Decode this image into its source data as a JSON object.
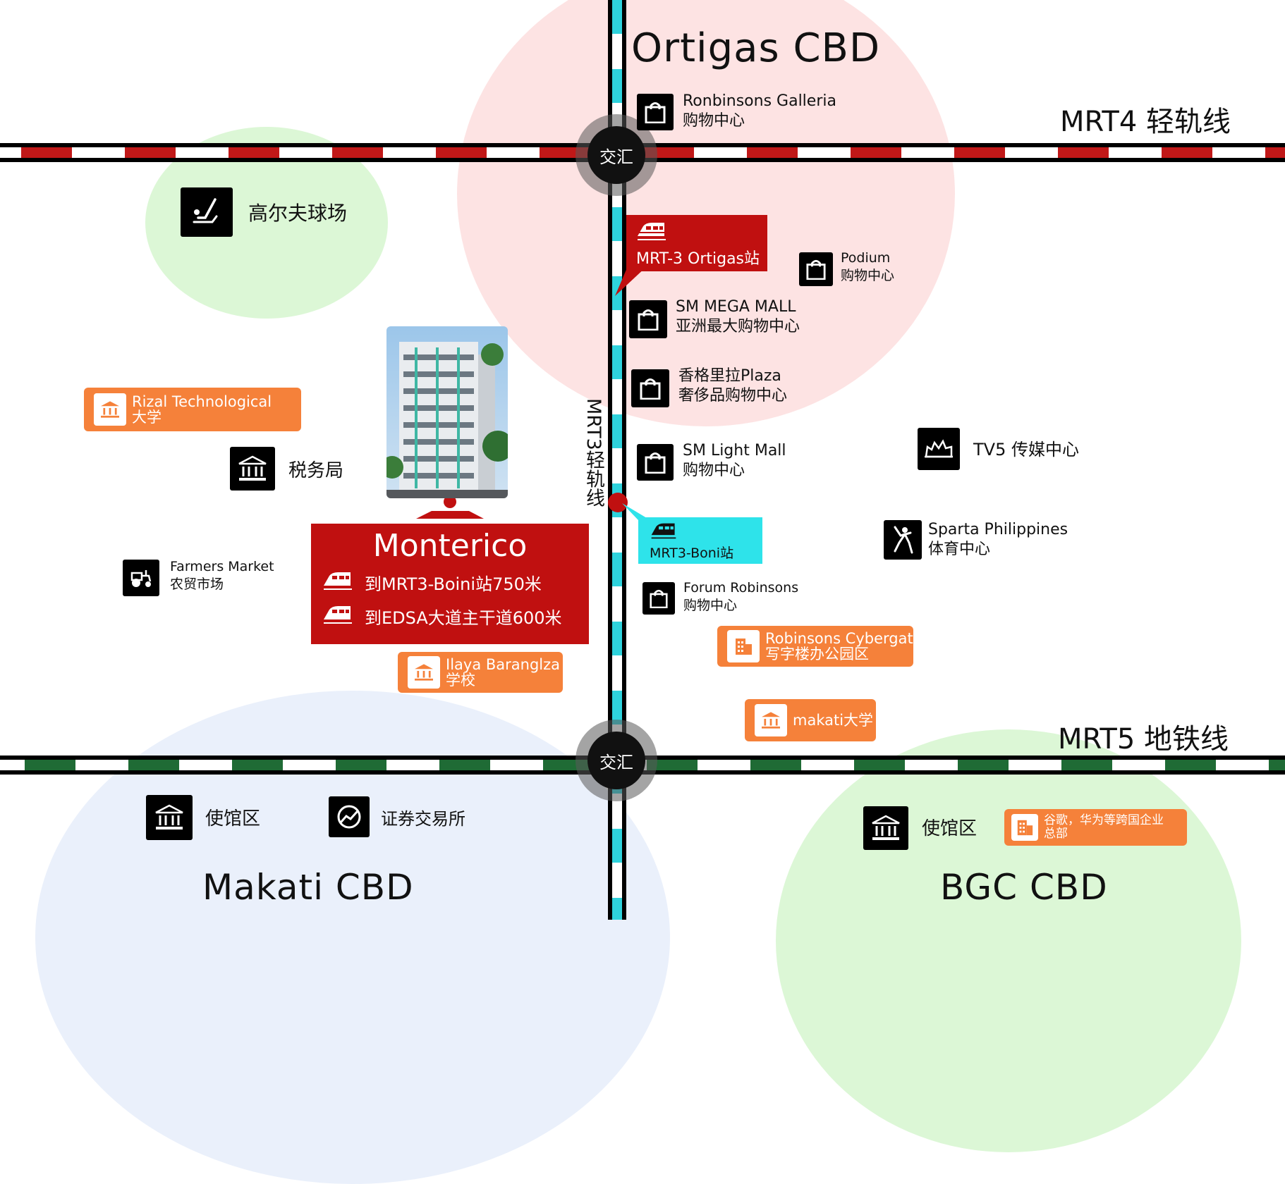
{
  "zones": {
    "ortigas": "Ortigas CBD",
    "makati": "Makati CBD",
    "bgc": "BGC CBD"
  },
  "lines": {
    "mrt4": "MRT4 轻轨线",
    "mrt5": "MRT5 地铁线",
    "mrt3": "MRT3轻轨线"
  },
  "junction_label": "交汇",
  "stations": {
    "ortigas": "MRT-3 Ortigas站",
    "boni": "MRT3-Boni站"
  },
  "project": {
    "name": "Monterico",
    "line1": "到MRT3-Boini站750米",
    "line2": "到EDSA大道主干道600米"
  },
  "pois": {
    "robinsons_galleria": {
      "name": "Ronbinsons Galleria",
      "type": "购物中心"
    },
    "podium": {
      "name": "Podium",
      "type": "购物中心"
    },
    "sm_mega_mall": {
      "name": "SM MEGA MALL",
      "type": "亚洲最大购物中心"
    },
    "shangri_la": {
      "name": "香格里拉Plaza",
      "type": "奢侈品购物中心"
    },
    "sm_light_mall": {
      "name": "SM Light Mall",
      "type": "购物中心"
    },
    "tv5": {
      "name": "TV5 传媒中心"
    },
    "sparta": {
      "name": "Sparta Philippines",
      "type": "体育中心"
    },
    "forum_robinsons": {
      "name": "Forum Robinsons",
      "type": "购物中心"
    },
    "golf": {
      "name": "高尔夫球场"
    },
    "tax_bureau": {
      "name": "税务局"
    },
    "farmers_market": {
      "name": "Farmers Market",
      "type": "农贸市场"
    },
    "embassy_makati": {
      "name": "使馆区"
    },
    "stock_exchange": {
      "name": "证券交易所"
    },
    "embassy_bgc": {
      "name": "使馆区"
    }
  },
  "tags": {
    "rizal": {
      "name": "Rizal Technological",
      "type": "大学"
    },
    "ilaya": {
      "name": "Ilaya Baranglza",
      "type": "学校"
    },
    "cybergate": {
      "name": "Robinsons Cybergate",
      "type": "写字楼办公园区"
    },
    "makati_univ": {
      "name": "makati大学"
    },
    "google": {
      "name": "谷歌，华为等跨国企业",
      "type": "总部"
    }
  },
  "colors": {
    "mrt4_dash": "#c01818",
    "mrt5_dash": "#1f6b35",
    "mrt3_dash": "#2ed2dc",
    "ortigas_zone": "#fde3e3",
    "green_zone": "#dcf7d6",
    "makati_zone": "#eaf0fb",
    "project_red": "#c01010",
    "tag_orange": "#f5813a",
    "boni_cyan": "#2ee3ea"
  }
}
